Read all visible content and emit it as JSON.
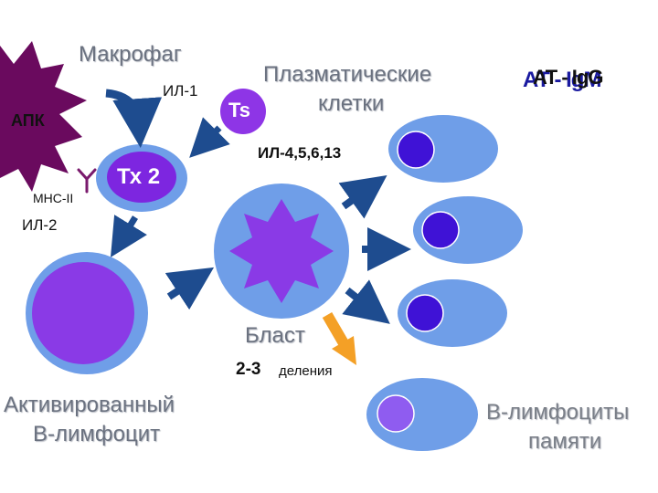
{
  "colors": {
    "apc": "#6a0a5e",
    "cell_outer": "#6f9ee8",
    "cell_nucleus": "#3f12d6",
    "activated_nucleus": "#8a3ae6",
    "th2_inner": "#7d26e0",
    "ts_cell": "#8e35e6",
    "memory_nucleus": "#8f5cf0",
    "arrow_dark": "#1e4c8f",
    "arrow_orange": "#f4a026",
    "receptor": "#7a1a6d"
  },
  "labels": {
    "macrophage": "Макрофаг",
    "apc": "АПК",
    "il1": "ИЛ-1",
    "ts": "Ts",
    "th2": "Тх 2",
    "mhc": "МНС-II",
    "il2": "ИЛ-2",
    "plasma_line1": "Плазматические",
    "plasma_line2": "клетки",
    "interleukins": "ИЛ-4,5,6,13",
    "antibody_back": "АТ - IgM",
    "antibody_front": "АТ - IgG",
    "blast": "Бласт",
    "divisions_num": "2-3",
    "divisions_word": "деления",
    "activated_line1": "Активированный",
    "activated_line2": "В-лимфоцит",
    "memory_line1": "В-лимфоциты",
    "memory_line2": "памяти"
  }
}
